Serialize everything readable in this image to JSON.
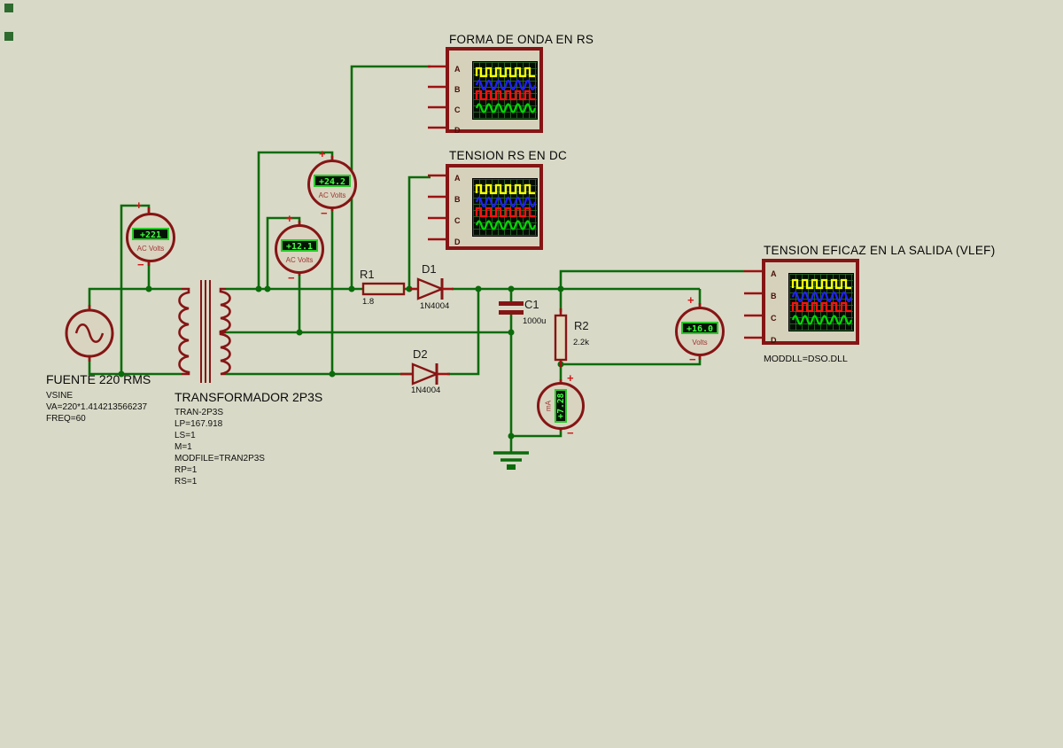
{
  "scopes": [
    {
      "title": "FORMA DE ONDA EN RS",
      "pins": [
        "A",
        "B",
        "C",
        "D"
      ]
    },
    {
      "title": "TENSION RS EN DC",
      "pins": [
        "A",
        "B",
        "C",
        "D"
      ]
    },
    {
      "title": "TENSION EFICAZ EN LA SALIDA (VLEF)",
      "pins": [
        "A",
        "B",
        "C",
        "D"
      ],
      "note": "MODDLL=DSO.DLL"
    }
  ],
  "meters": {
    "primary": {
      "reading": "+221",
      "unit": "AC Volts"
    },
    "secondary_full": {
      "reading": "+24.2",
      "unit": "AC Volts"
    },
    "secondary_half": {
      "reading": "+12.1",
      "unit": "AC Volts"
    },
    "output": {
      "reading": "+16.0",
      "unit": "Volts"
    },
    "load_current": {
      "reading": "+7.28",
      "unit": "mA"
    }
  },
  "source": {
    "title": "FUENTE 220 RMS",
    "line1": "VSINE",
    "line2": "VA=220*1.414213566237",
    "line3": "FREQ=60"
  },
  "transformer": {
    "title": "TRANSFORMADOR 2P3S",
    "line1": "TRAN-2P3S",
    "line2": "LP=167.918",
    "line3": "LS=1",
    "line4": "M=1",
    "line5": "MODFILE=TRAN2P3S",
    "line6": "RP=1",
    "line7": "RS=1"
  },
  "parts": {
    "r1": {
      "ref": "R1",
      "value": "1.8"
    },
    "r2": {
      "ref": "R2",
      "value": "2.2k"
    },
    "c1": {
      "ref": "C1",
      "value": "1000u"
    },
    "d1": {
      "ref": "D1",
      "value": "1N4004"
    },
    "d2": {
      "ref": "D2",
      "value": "1N4004"
    }
  },
  "signs": {
    "plus": "+",
    "minus": "−"
  },
  "colors": {
    "wire": "#0B6B0B",
    "component": "#851515",
    "pin": "#9C1212",
    "lcd_text": "#45FF45",
    "scope_traces": [
      "#FFFF00",
      "#2020FF",
      "#FF1010",
      "#00D800"
    ]
  }
}
